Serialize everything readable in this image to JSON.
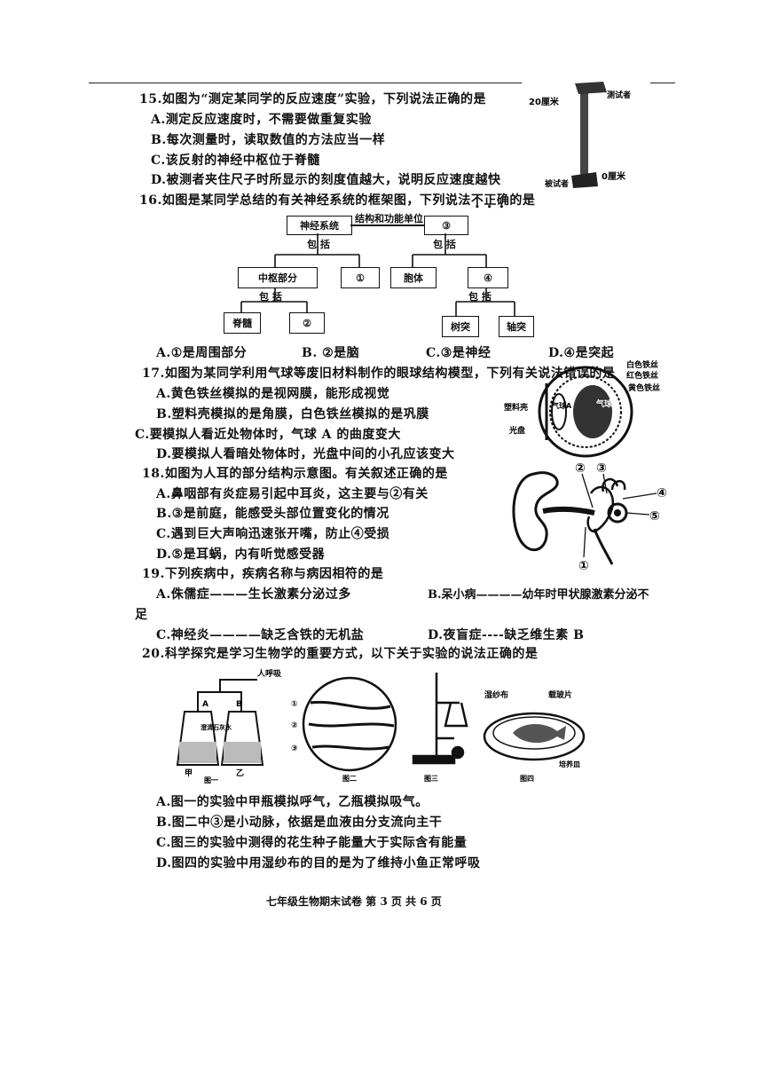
{
  "q15": {
    "stem": "15.如图为“测定某同学的反应速度”实验，下列说法正确的是",
    "options": [
      "A.测定反应速度时，不需要做重复实验",
      "B.每次测量时，读取数值的方法应当一样",
      "C.该反射的神经中枢位于脊髓",
      "D.被测者夹住尺子时所显示的刻度值越大，说明反应速度越快"
    ],
    "figure": {
      "top_label": "20厘米",
      "bottom_label": "0厘米",
      "tester": "测试者",
      "subject": "被试者"
    }
  },
  "q16": {
    "stem": "16.如图是某同学总结的有关神经系统的框架图，下列说法不正确的是",
    "figure": {
      "root": "神经系统",
      "unit_label": "结构和功能单位",
      "n3": "③",
      "include": "包 括",
      "central": "中枢部分",
      "n1": "①",
      "cell_body": "胞体",
      "n4": "④",
      "spinal": "脊髓",
      "n2": "②",
      "dendrite": "树突",
      "axon": "轴突"
    },
    "options": [
      "A.①是周围部分",
      "B. ②是脑",
      "C.③是神经",
      "D.④是突起"
    ]
  },
  "q17": {
    "stem": "17.如图为某同学利用气球等废旧材料制作的眼球结构模型，下列有关说法错误的是",
    "options": [
      "A.黄色铁丝模拟的是视网膜，能形成视觉",
      "B.塑料壳模拟的是角膜，白色铁丝模拟的是巩膜",
      "C.要模拟人看近处物体时，气球 A 的曲度变大",
      "D.要模拟人看暗处物体时，光盘中间的小孔应该变大"
    ],
    "figure": {
      "white_wire": "白色铁丝",
      "red_wire": "红色铁丝",
      "yellow_wire": "黄色铁丝",
      "plastic": "塑料壳",
      "balloon_a": "气球A",
      "balloon_b": "气球B",
      "disc": "光盘"
    }
  },
  "q18": {
    "stem": "18.如图为人耳的部分结构示意图。有关叙述正确的是",
    "options": [
      "A.鼻咽部有炎症易引起中耳炎，这主要与②有关",
      "B.③是前庭，能感受头部位置变化的情况",
      "C.遇到巨大声响迅速张开嘴，防止④受损",
      "D.⑤是耳蜗，内有听觉感受器"
    ],
    "figure": {
      "l1": "①",
      "l2": "②",
      "l3": "③",
      "l4": "④",
      "l5": "⑤"
    }
  },
  "q19": {
    "stem": "19.下列疾病中，疾病名称与病因相符的是",
    "optA": "A.侏儒症———生长激素分泌过多",
    "optB": "B.呆小病————幼年时甲状腺激素分泌不",
    "optB_cont": "足",
    "optC": "C.神经炎————缺乏含铁的无机盐",
    "optD": "D.夜盲症----缺乏维生素 B"
  },
  "q20": {
    "stem": "20.科学探究是学习生物学的重要方式，以下关于实验的说法正确的是",
    "figure": {
      "fig1": "图一",
      "fig2": "图二",
      "fig3": "图三",
      "fig4": "图四",
      "breath": "人呼吸",
      "a": "A",
      "b": "B",
      "jia": "甲",
      "yi": "乙",
      "lime": "澄清石灰水",
      "f2_1": "①",
      "f2_2": "②",
      "f2_3": "③",
      "wet_gauze": "湿纱布",
      "cover_slip": "载玻片",
      "dish": "培养皿"
    },
    "options": [
      "A.图一的实验中甲瓶模拟呼气，乙瓶模拟吸气。",
      "B.图二中③是小动脉，依据是血液由分支流向主干",
      "C.图三的实验中测得的花生种子能量大于实际含有能量",
      "D.图四的实验中用湿纱布的目的是为了维持小鱼正常呼吸"
    ]
  },
  "footer": "七年级生物期末试卷 第 3 页 共 6 页"
}
